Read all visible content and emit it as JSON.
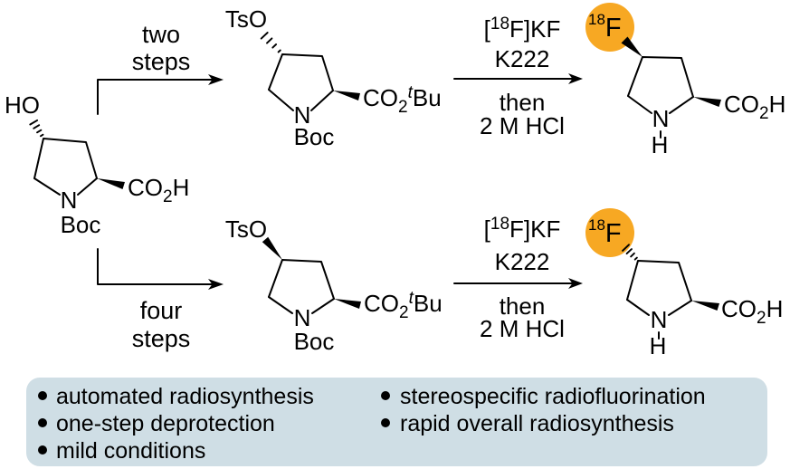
{
  "colors": {
    "highlight": "#F7A823",
    "box_bg": "#CFDEE5",
    "ink": "#000000"
  },
  "molecule_labels": {
    "ho": "HO",
    "tso": "TsO",
    "n": "N",
    "h": "H",
    "boc": "Boc",
    "acid": {
      "main": "CO",
      "sub": "2",
      "tail": "H"
    },
    "ester": {
      "main": "CO",
      "sub": "2",
      "sup_t": "t",
      "tail": "Bu"
    },
    "f18": {
      "sup": "18",
      "main": "F"
    }
  },
  "routes": {
    "top": {
      "line1": "two",
      "line2": "steps"
    },
    "bottom": {
      "line1": "four",
      "line2": "steps"
    }
  },
  "conditions": {
    "line1": {
      "pre": "[",
      "sup": "18",
      "post": "F]KF"
    },
    "line2": "K222",
    "line3": "then",
    "line4": "2 M HCl"
  },
  "highlights": {
    "left": [
      "automated radiosynthesis",
      "one-step deprotection",
      "mild conditions"
    ],
    "right": [
      "stereospecific radiofluorination",
      "rapid overall radiosynthesis"
    ]
  }
}
